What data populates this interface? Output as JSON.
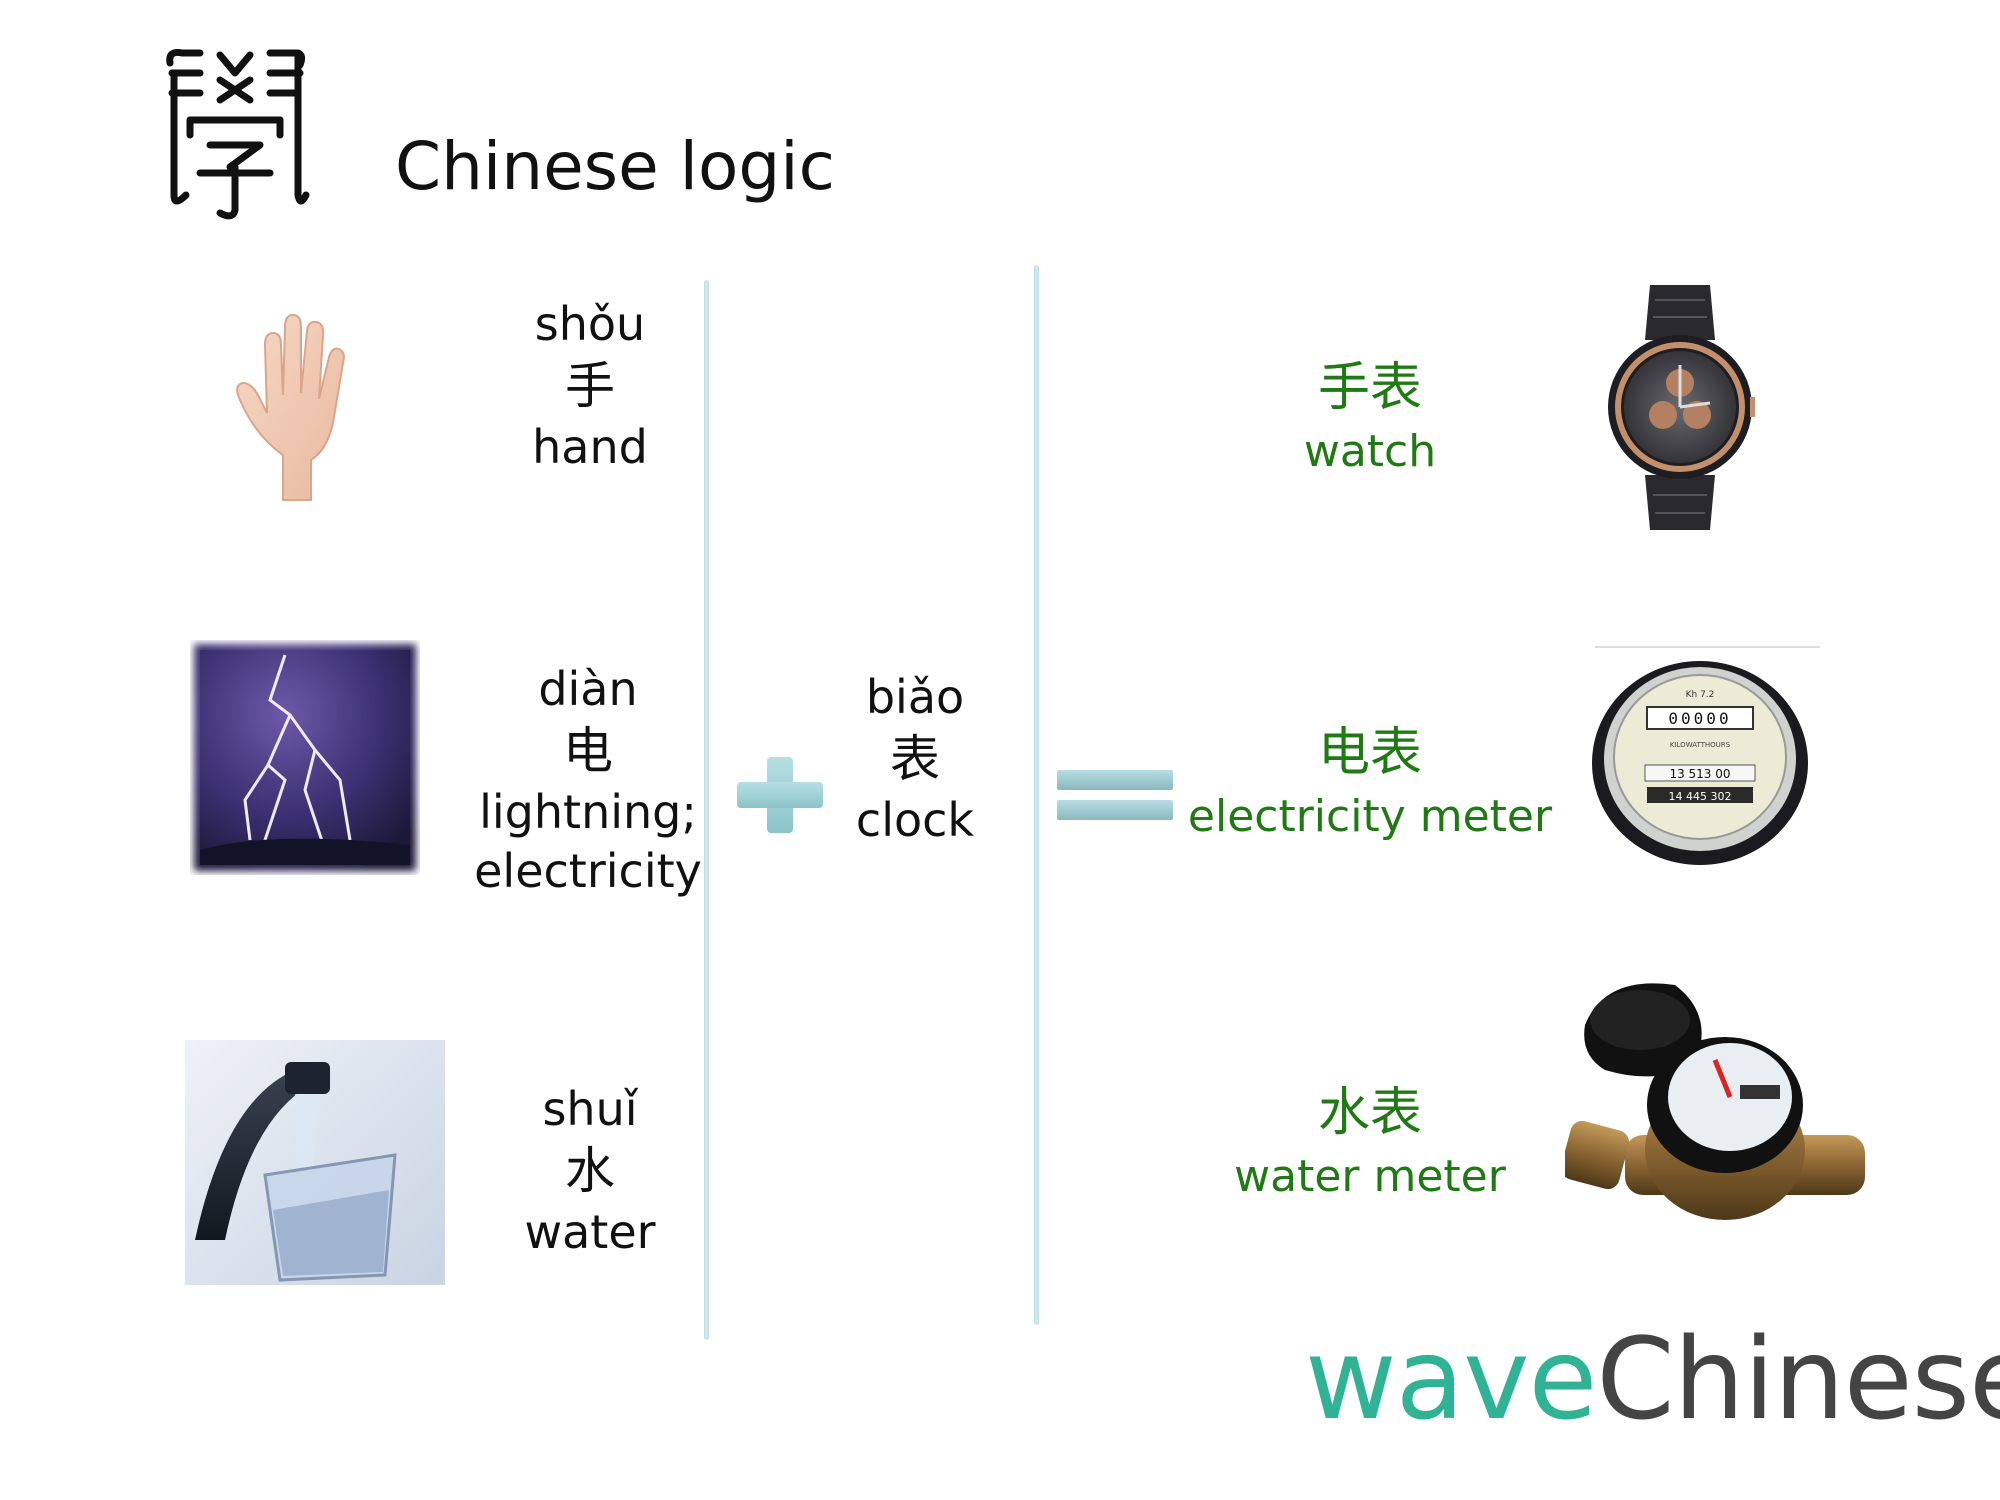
{
  "header": {
    "title": "Chinese logic",
    "seal_char": "學"
  },
  "left_words": [
    {
      "pinyin": "shǒu",
      "hanzi": "手",
      "gloss": "hand",
      "icon": "hand-image"
    },
    {
      "pinyin": "diàn",
      "hanzi": "电",
      "gloss": "lightning;",
      "gloss2": "electricity",
      "icon": "lightning-image"
    },
    {
      "pinyin": "shuǐ",
      "hanzi": "水",
      "gloss": "water",
      "icon": "water-tap-image"
    }
  ],
  "middle_word": {
    "pinyin": "biǎo",
    "hanzi": "表",
    "gloss": "clock"
  },
  "results": [
    {
      "hanzi": "手表",
      "gloss": "watch",
      "icon": "watch-image"
    },
    {
      "hanzi": "电表",
      "gloss": "electricity meter",
      "icon": "electricity-meter-image"
    },
    {
      "hanzi": "水表",
      "gloss": "water meter",
      "icon": "water-meter-image"
    }
  ],
  "meter_readout": {
    "top": "00000",
    "mid": "13 513 00",
    "bot": "14 445 302",
    "label": "KILOWATTHOURS",
    "rev": "Kh 7.2"
  },
  "logo": {
    "part1": "wave",
    "part2": "Chinese"
  },
  "colors": {
    "result_text": "#1f7a14",
    "logo_wave": "#2fb394",
    "logo_chinese": "#444444",
    "divider": "#b9dde1"
  }
}
